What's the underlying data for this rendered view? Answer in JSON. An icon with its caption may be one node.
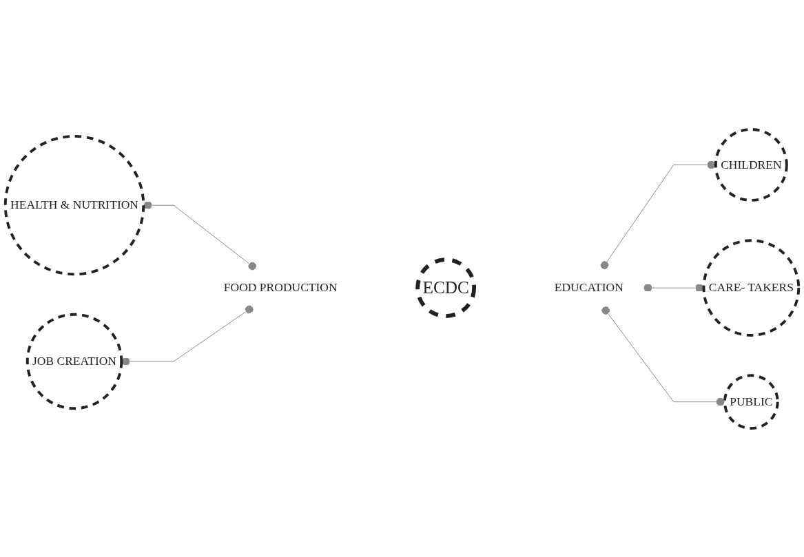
{
  "diagram": {
    "nodes": [
      {
        "text": [
          "HEALTH & NUTRITION"
        ]
      },
      {
        "text": [
          "FOOD PRODUCTION"
        ]
      },
      {
        "text": [
          "JOB CREATION"
        ]
      },
      {
        "text": [
          "ECDC"
        ]
      },
      {
        "text": [
          "EDUCATION"
        ]
      },
      {
        "text": [
          "CHILDREN"
        ]
      },
      {
        "text": [
          "CARE- TAKERS"
        ]
      },
      {
        "text": [
          "PUBLIC"
        ]
      }
    ],
    "edges": [
      {
        "from": 0,
        "to": 1,
        "arrow": "other"
      },
      {
        "from": 2,
        "to": 1,
        "arrow": "other"
      },
      {
        "from": 4,
        "to": 5,
        "arrow": "other"
      },
      {
        "from": 4,
        "to": 6,
        "arrow": "other"
      },
      {
        "from": 4,
        "to": 7,
        "arrow": "other"
      }
    ]
  }
}
